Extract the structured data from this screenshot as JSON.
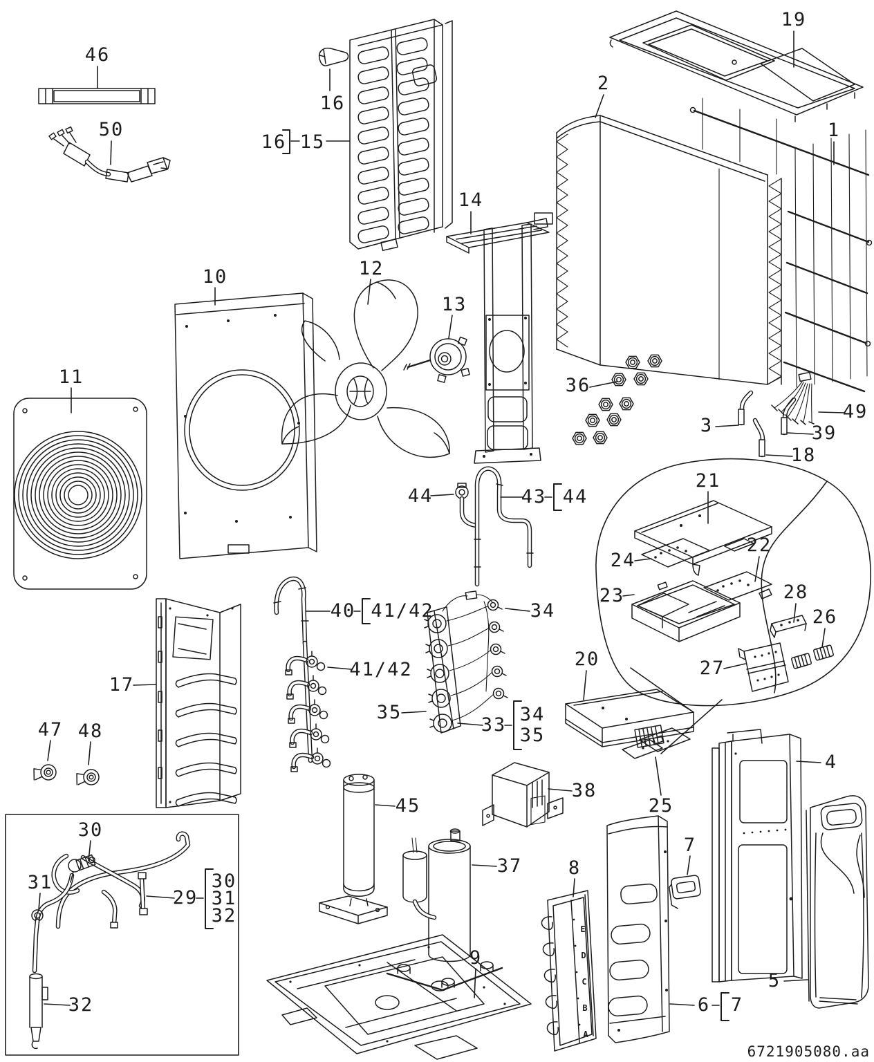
{
  "doc_code": "6721905080.aa",
  "labels": {
    "p1": "1",
    "p2": "2",
    "p3": "3",
    "p4": "4",
    "p5": "5",
    "p6": "6",
    "p7": "7",
    "p7_ref": "7",
    "p8": "8",
    "p9": "9",
    "p10": "10",
    "p11": "11",
    "p12": "12",
    "p13": "13",
    "p14": "14",
    "p15": "15",
    "p16": "16",
    "p16_ref": "16",
    "p17": "17",
    "p18": "18",
    "p19": "19",
    "p20": "20",
    "p21": "21",
    "p22": "22",
    "p23": "23",
    "p24": "24",
    "p25": "25",
    "p26": "26",
    "p27": "27",
    "p28": "28",
    "p29": "29",
    "p30": "30",
    "p30_ref": "30",
    "p31": "31",
    "p31_ref": "31",
    "p32": "32",
    "p32_ref": "32",
    "p33": "33",
    "p34": "34",
    "p34_ref": "34",
    "p35": "35",
    "p35_ref": "35",
    "p36": "36",
    "p37": "37",
    "p38": "38",
    "p39": "39",
    "p40": "40",
    "p41_42": "41/42",
    "p41_42_ref": "41/42",
    "p43": "43",
    "p44": "44",
    "p44_ref": "44",
    "p45": "45",
    "p46": "46",
    "p47": "47",
    "p48": "48",
    "p49": "49",
    "p50": "50"
  },
  "terminals": {
    "e": "E",
    "d": "D",
    "c": "C",
    "b": "B",
    "a": "A"
  }
}
